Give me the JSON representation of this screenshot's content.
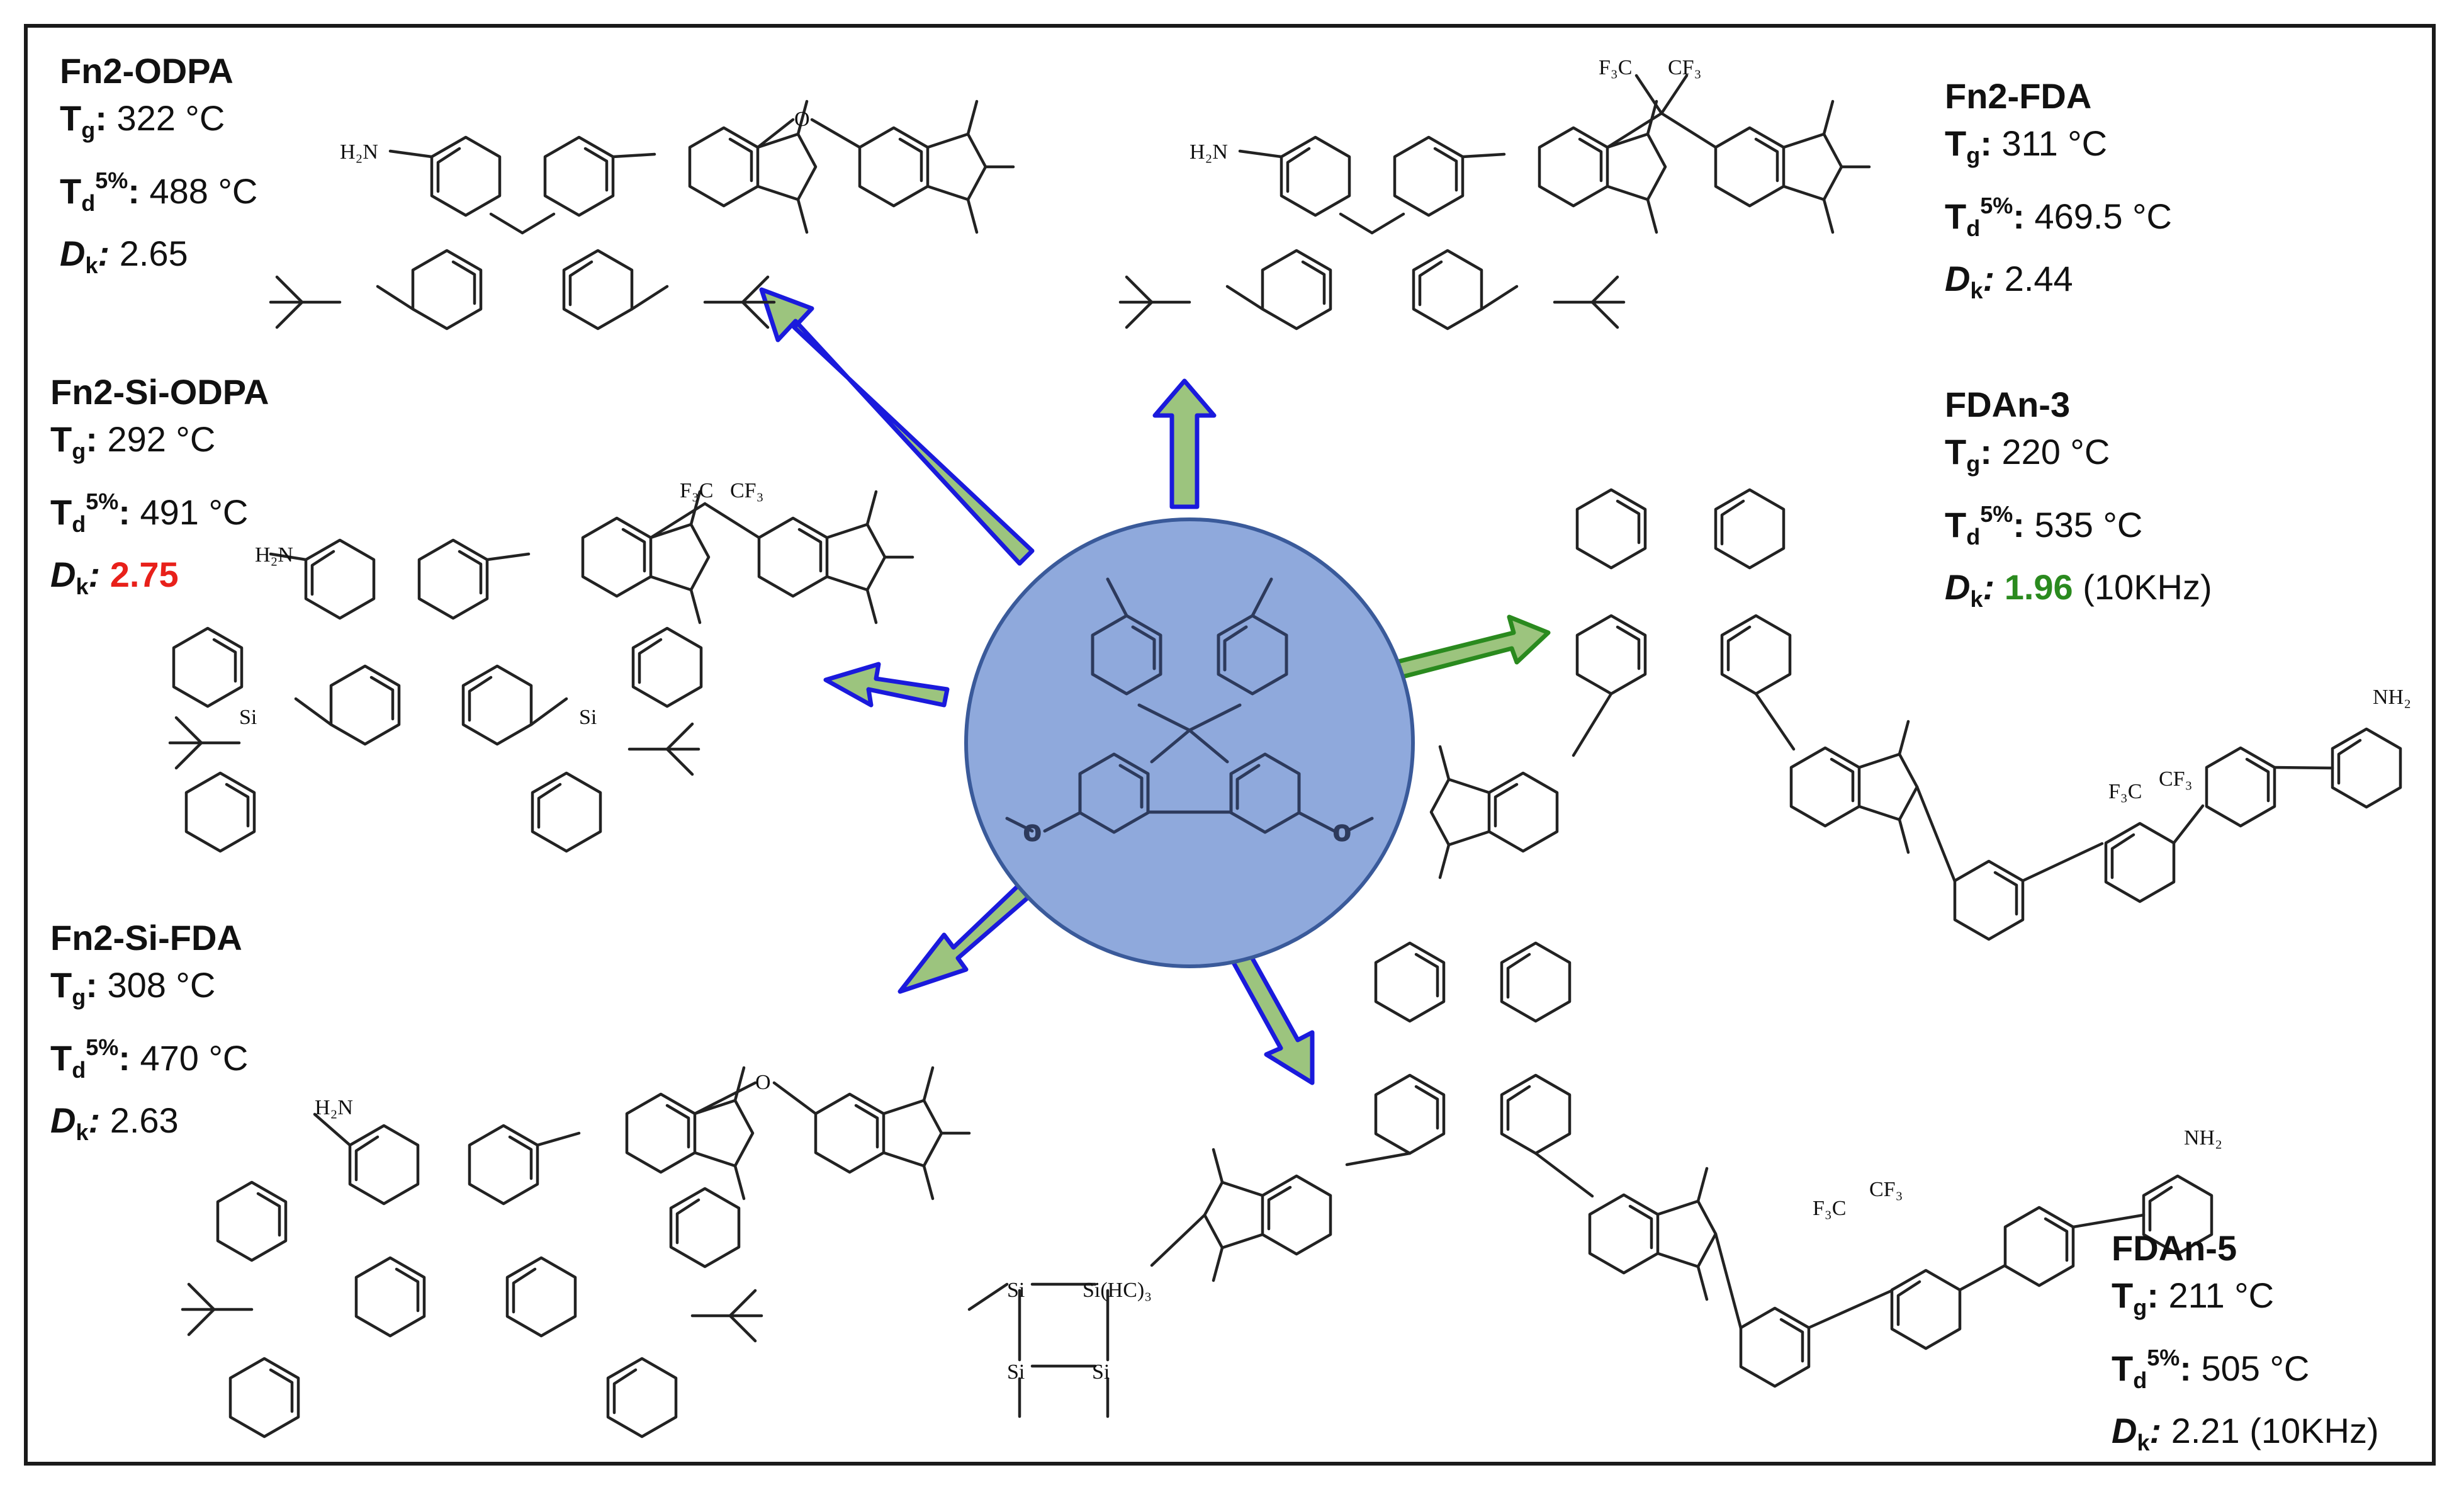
{
  "colors": {
    "core_fill": "#8fa9dc",
    "core_stroke": "#3a5a9a",
    "arrow_blue_fill": "#9cc47e",
    "arrow_blue_stroke": "#1a1adc",
    "arrow_green_fill": "#9cc47e",
    "arrow_green_stroke": "#2a8a1e",
    "highlight_red": "#e8201a",
    "highlight_green": "#2a8a1e"
  },
  "labels": {
    "tg": "T",
    "tg_sub": "g",
    "td": "T",
    "td_sub": "d",
    "td_sup": "5%",
    "dk": "D",
    "dk_sub": "k"
  },
  "atoms": {
    "amine": "H₂N",
    "amine_right": "NH₂",
    "oxygen": "O",
    "nitrogen": "N",
    "silicon": "Si",
    "cf3_left": "F₃C",
    "cf3_right": "CF₃",
    "si_hc": "Si(HC)₃"
  },
  "compounds": {
    "fn2_odpa": {
      "name": "Fn2-ODPA",
      "tg": "322 °C",
      "td": "488 °C",
      "dk": "2.65",
      "dk_note": ""
    },
    "fn2_fda": {
      "name": "Fn2-FDA",
      "tg": "311 °C",
      "td": "469.5 °C",
      "dk": "2.44",
      "dk_note": ""
    },
    "fn2_si_odpa": {
      "name": "Fn2-Si-ODPA",
      "tg": "292 °C",
      "td": "491 °C",
      "dk": "2.75",
      "dk_note": ""
    },
    "fdan_3": {
      "name": "FDAn-3",
      "tg": "220 °C",
      "td": "535 °C",
      "dk": "1.96",
      "dk_note": "(10KHz)"
    },
    "fn2_si_fda": {
      "name": "Fn2-Si-FDA",
      "tg": "308 °C",
      "td": "470 °C",
      "dk": "2.63",
      "dk_note": ""
    },
    "fdan_5": {
      "name": "FDAn-5",
      "tg": "211 °C",
      "td": "505 °C",
      "dk": "2.21",
      "dk_note": "(10KHz)"
    }
  }
}
